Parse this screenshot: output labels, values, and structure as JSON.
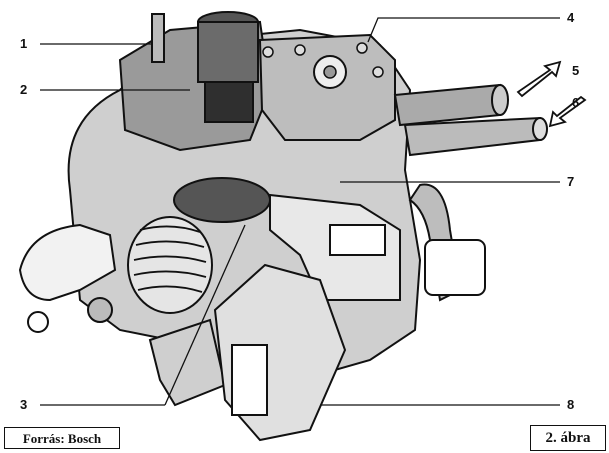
{
  "figure": {
    "caption": "2. ábra",
    "source": "Forrás: Bosch"
  },
  "callouts": [
    {
      "id": "1",
      "label": "1"
    },
    {
      "id": "2",
      "label": "2"
    },
    {
      "id": "3",
      "label": "3"
    },
    {
      "id": "4",
      "label": "4"
    },
    {
      "id": "5",
      "label": "5"
    },
    {
      "id": "6",
      "label": "6"
    },
    {
      "id": "7",
      "label": "7"
    },
    {
      "id": "8",
      "label": "8"
    }
  ],
  "colors": {
    "ink": "#111111",
    "shade_dark": "#555555",
    "shade_mid": "#9a9a9a",
    "shade_light": "#d0d0d0",
    "paper": "#ffffff"
  }
}
